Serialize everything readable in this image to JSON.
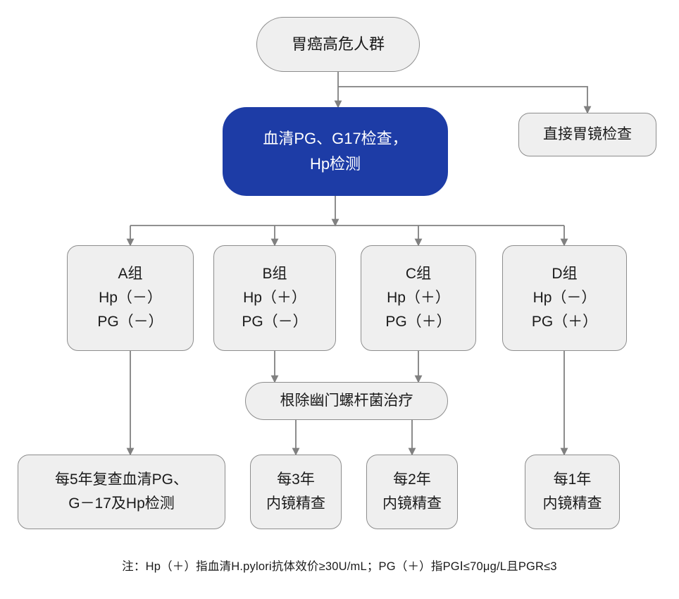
{
  "diagram": {
    "title_node": {
      "text": "胃癌高危人群"
    },
    "serum_node": {
      "line1": "血清PG、G17检查，",
      "line2": "Hp检测",
      "color": "#1d3ca6",
      "text_color": "#ffffff"
    },
    "direct_node": {
      "text": "直接胃镜检查"
    },
    "groups": [
      {
        "name": "A组",
        "hp": "Hp（－）",
        "pg": "PG（－）"
      },
      {
        "name": "B组",
        "hp": "Hp（＋）",
        "pg": "PG（－）"
      },
      {
        "name": "C组",
        "hp": "Hp（＋）",
        "pg": "PG（＋）"
      },
      {
        "name": "D组",
        "hp": "Hp（－）",
        "pg": "PG（＋）"
      }
    ],
    "eradicate_node": {
      "text": "根除幽门螺杆菌治疗"
    },
    "outcomes": [
      {
        "line1": "每5年复查血清PG、",
        "line2": "G－17及Hp检测"
      },
      {
        "line1": "每3年",
        "line2": "内镜精查"
      },
      {
        "line1": "每2年",
        "line2": "内镜精查"
      },
      {
        "line1": "每1年",
        "line2": "内镜精查"
      }
    ],
    "footnote": "注：Hp（＋）指血清H.pylori抗体效价≥30U/mL；PG（＋）指PGⅠ≤70μg/L且PGR≤3",
    "colors": {
      "node_fill": "#efefef",
      "node_border": "#8d8d8d",
      "edge": "#808080",
      "text": "#1a1a1a"
    }
  }
}
